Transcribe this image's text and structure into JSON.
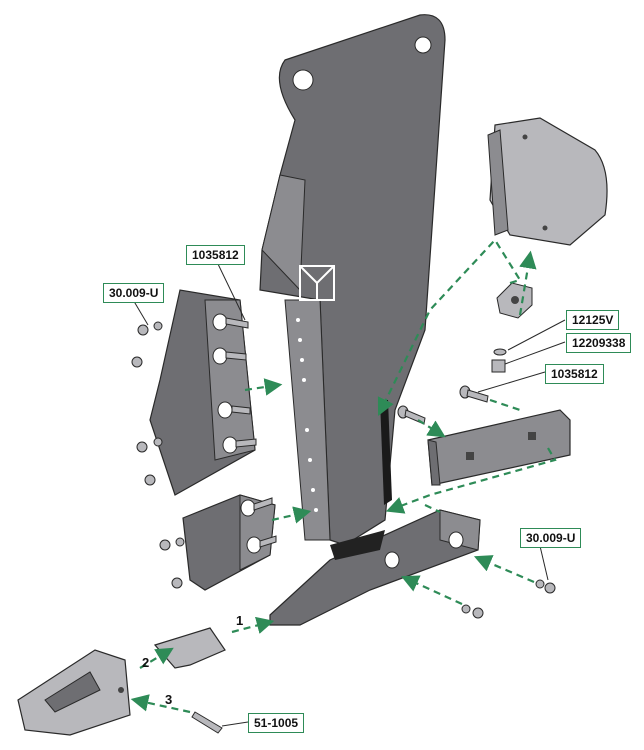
{
  "colors": {
    "arrow": "#2e8b57",
    "part_dark": "#6e6e72",
    "part_mid": "#8c8c90",
    "part_light": "#b8b8bc",
    "outline": "#2a2a2a"
  },
  "callouts": {
    "bolt_upper_left": "1035812",
    "nut_left": "30.009-U",
    "nut_top_right": "12125V",
    "washer_right": "12209338",
    "bolt_right": "1035812",
    "nut_lower_right": "30.009-U",
    "pin_bottom": "51-1005"
  },
  "steps": {
    "one": "1",
    "two": "2",
    "three": "3"
  }
}
